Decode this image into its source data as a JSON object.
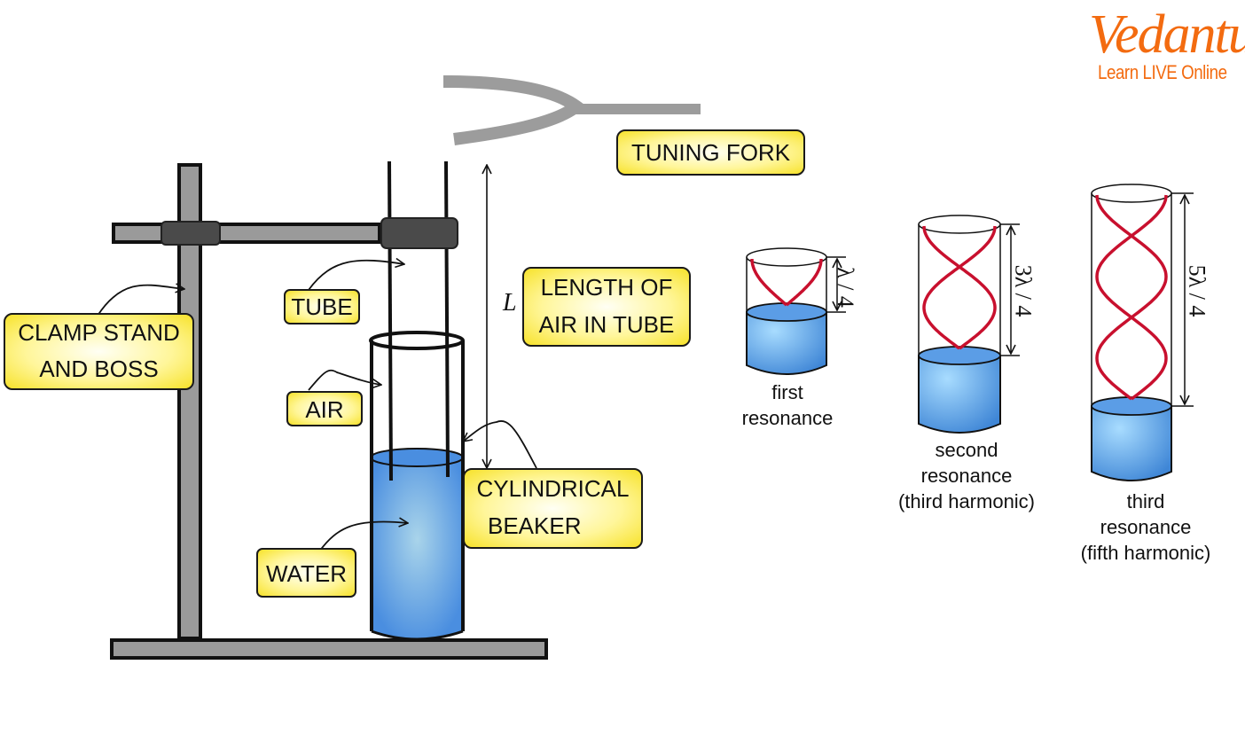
{
  "logo": {
    "brand": "Vedantu",
    "tagline": "Learn LIVE Online",
    "color": "#f36b10"
  },
  "labels": {
    "tuning_fork": "TUNING FORK",
    "tube": "TUBE",
    "clamp_line1": "CLAMP STAND",
    "clamp_line2": "AND BOSS",
    "air": "AIR",
    "water": "WATER",
    "length_symbol": "L",
    "length_line1": "LENGTH OF",
    "length_line2": "AIR IN TUBE",
    "beaker_line1": "CYLINDRICAL",
    "beaker_line2": "BEAKER"
  },
  "resonances": [
    {
      "caption": [
        "first",
        "resonance"
      ],
      "length_label": "λ / 4",
      "quarter_waves": 1
    },
    {
      "caption": [
        "second",
        "resonance",
        "(third harmonic)"
      ],
      "length_label": "3λ / 4",
      "quarter_waves": 3
    },
    {
      "caption": [
        "third",
        "resonance",
        "(fifth harmonic)"
      ],
      "length_label": "5λ / 4",
      "quarter_waves": 5
    }
  ],
  "colors": {
    "stand_gray": "#9a9a9a",
    "boss_dark": "#4a4a4a",
    "water_blue": "#4a8ee0",
    "wave_red": "#c8102e",
    "label_yellow": "#f7e22a"
  }
}
